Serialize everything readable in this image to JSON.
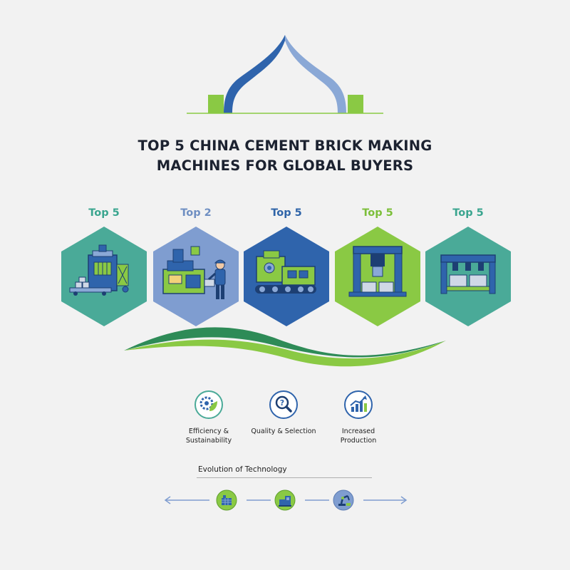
{
  "title": {
    "line1": "TOP 5 CHINA CEMENT BRICK MAKING",
    "line2": "MACHINES FOR GLOBAL BUYERS"
  },
  "hexagons": [
    {
      "label": "Top 5",
      "label_color": "#3aa58f",
      "fill": "#4aaa98",
      "icon": "brick-press-machine-icon"
    },
    {
      "label": "Top 2",
      "label_color": "#6f8fc2",
      "fill": "#7f9dd0",
      "icon": "operator-at-machine-icon"
    },
    {
      "label": "Top 5",
      "label_color": "#2f64a8",
      "fill": "#2f64ac",
      "icon": "tracked-brick-machine-icon"
    },
    {
      "label": "Top 5",
      "label_color": "#7cbf3a",
      "fill": "#8ac944",
      "icon": "hydraulic-press-icon"
    },
    {
      "label": "Top 5",
      "label_color": "#3aa58f",
      "fill": "#4aaa98",
      "icon": "automated-block-press-icon"
    }
  ],
  "features": [
    {
      "line1": "Efficiency &",
      "line2": "Sustainability",
      "icon": "gear-leaf-icon"
    },
    {
      "line1": "Quality & Selection",
      "line2": "",
      "icon": "magnifier-question-icon"
    },
    {
      "line1": "Increased",
      "line2": "Production",
      "icon": "growth-chart-icon"
    }
  ],
  "evolution": {
    "label": "Evolution of Technology",
    "nodes": [
      {
        "icon": "brick-factory-icon",
        "fill": "#8ac944"
      },
      {
        "icon": "factory-machine-icon",
        "fill": "#8ac944"
      },
      {
        "icon": "robot-arm-icon",
        "fill": "#7f9dd0"
      }
    ]
  },
  "colors": {
    "blue": "#2f64ac",
    "light_blue": "#8aa8d6",
    "green": "#8ac944",
    "teal": "#4aaa98",
    "dark_green": "#2e8b57"
  }
}
